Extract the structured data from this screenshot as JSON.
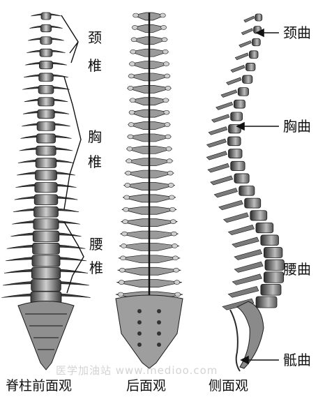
{
  "front_view": {
    "region_labels": [
      {
        "id": "cervical",
        "char1": "颈",
        "char2": "椎"
      },
      {
        "id": "thoracic",
        "char1": "胸",
        "char2": "椎"
      },
      {
        "id": "lumbar",
        "char1": "腰",
        "char2": "椎"
      }
    ],
    "caption": "脊柱前面观"
  },
  "back_view": {
    "caption": "后面观"
  },
  "side_view": {
    "curve_labels": [
      {
        "id": "cervical_curve",
        "text": "颈曲"
      },
      {
        "id": "thoracic_curve",
        "text": "胸曲"
      },
      {
        "id": "lumbar_curve",
        "text": "腰曲"
      },
      {
        "id": "sacral_curve",
        "text": "骶曲"
      }
    ],
    "caption": "侧面观"
  },
  "watermark": "医学加油站 www.medioo.com",
  "colors": {
    "bone_light": "#d9d9d9",
    "bone_mid": "#8a8a8a",
    "bone_dark": "#2e2e2e",
    "ink": "#111111"
  }
}
